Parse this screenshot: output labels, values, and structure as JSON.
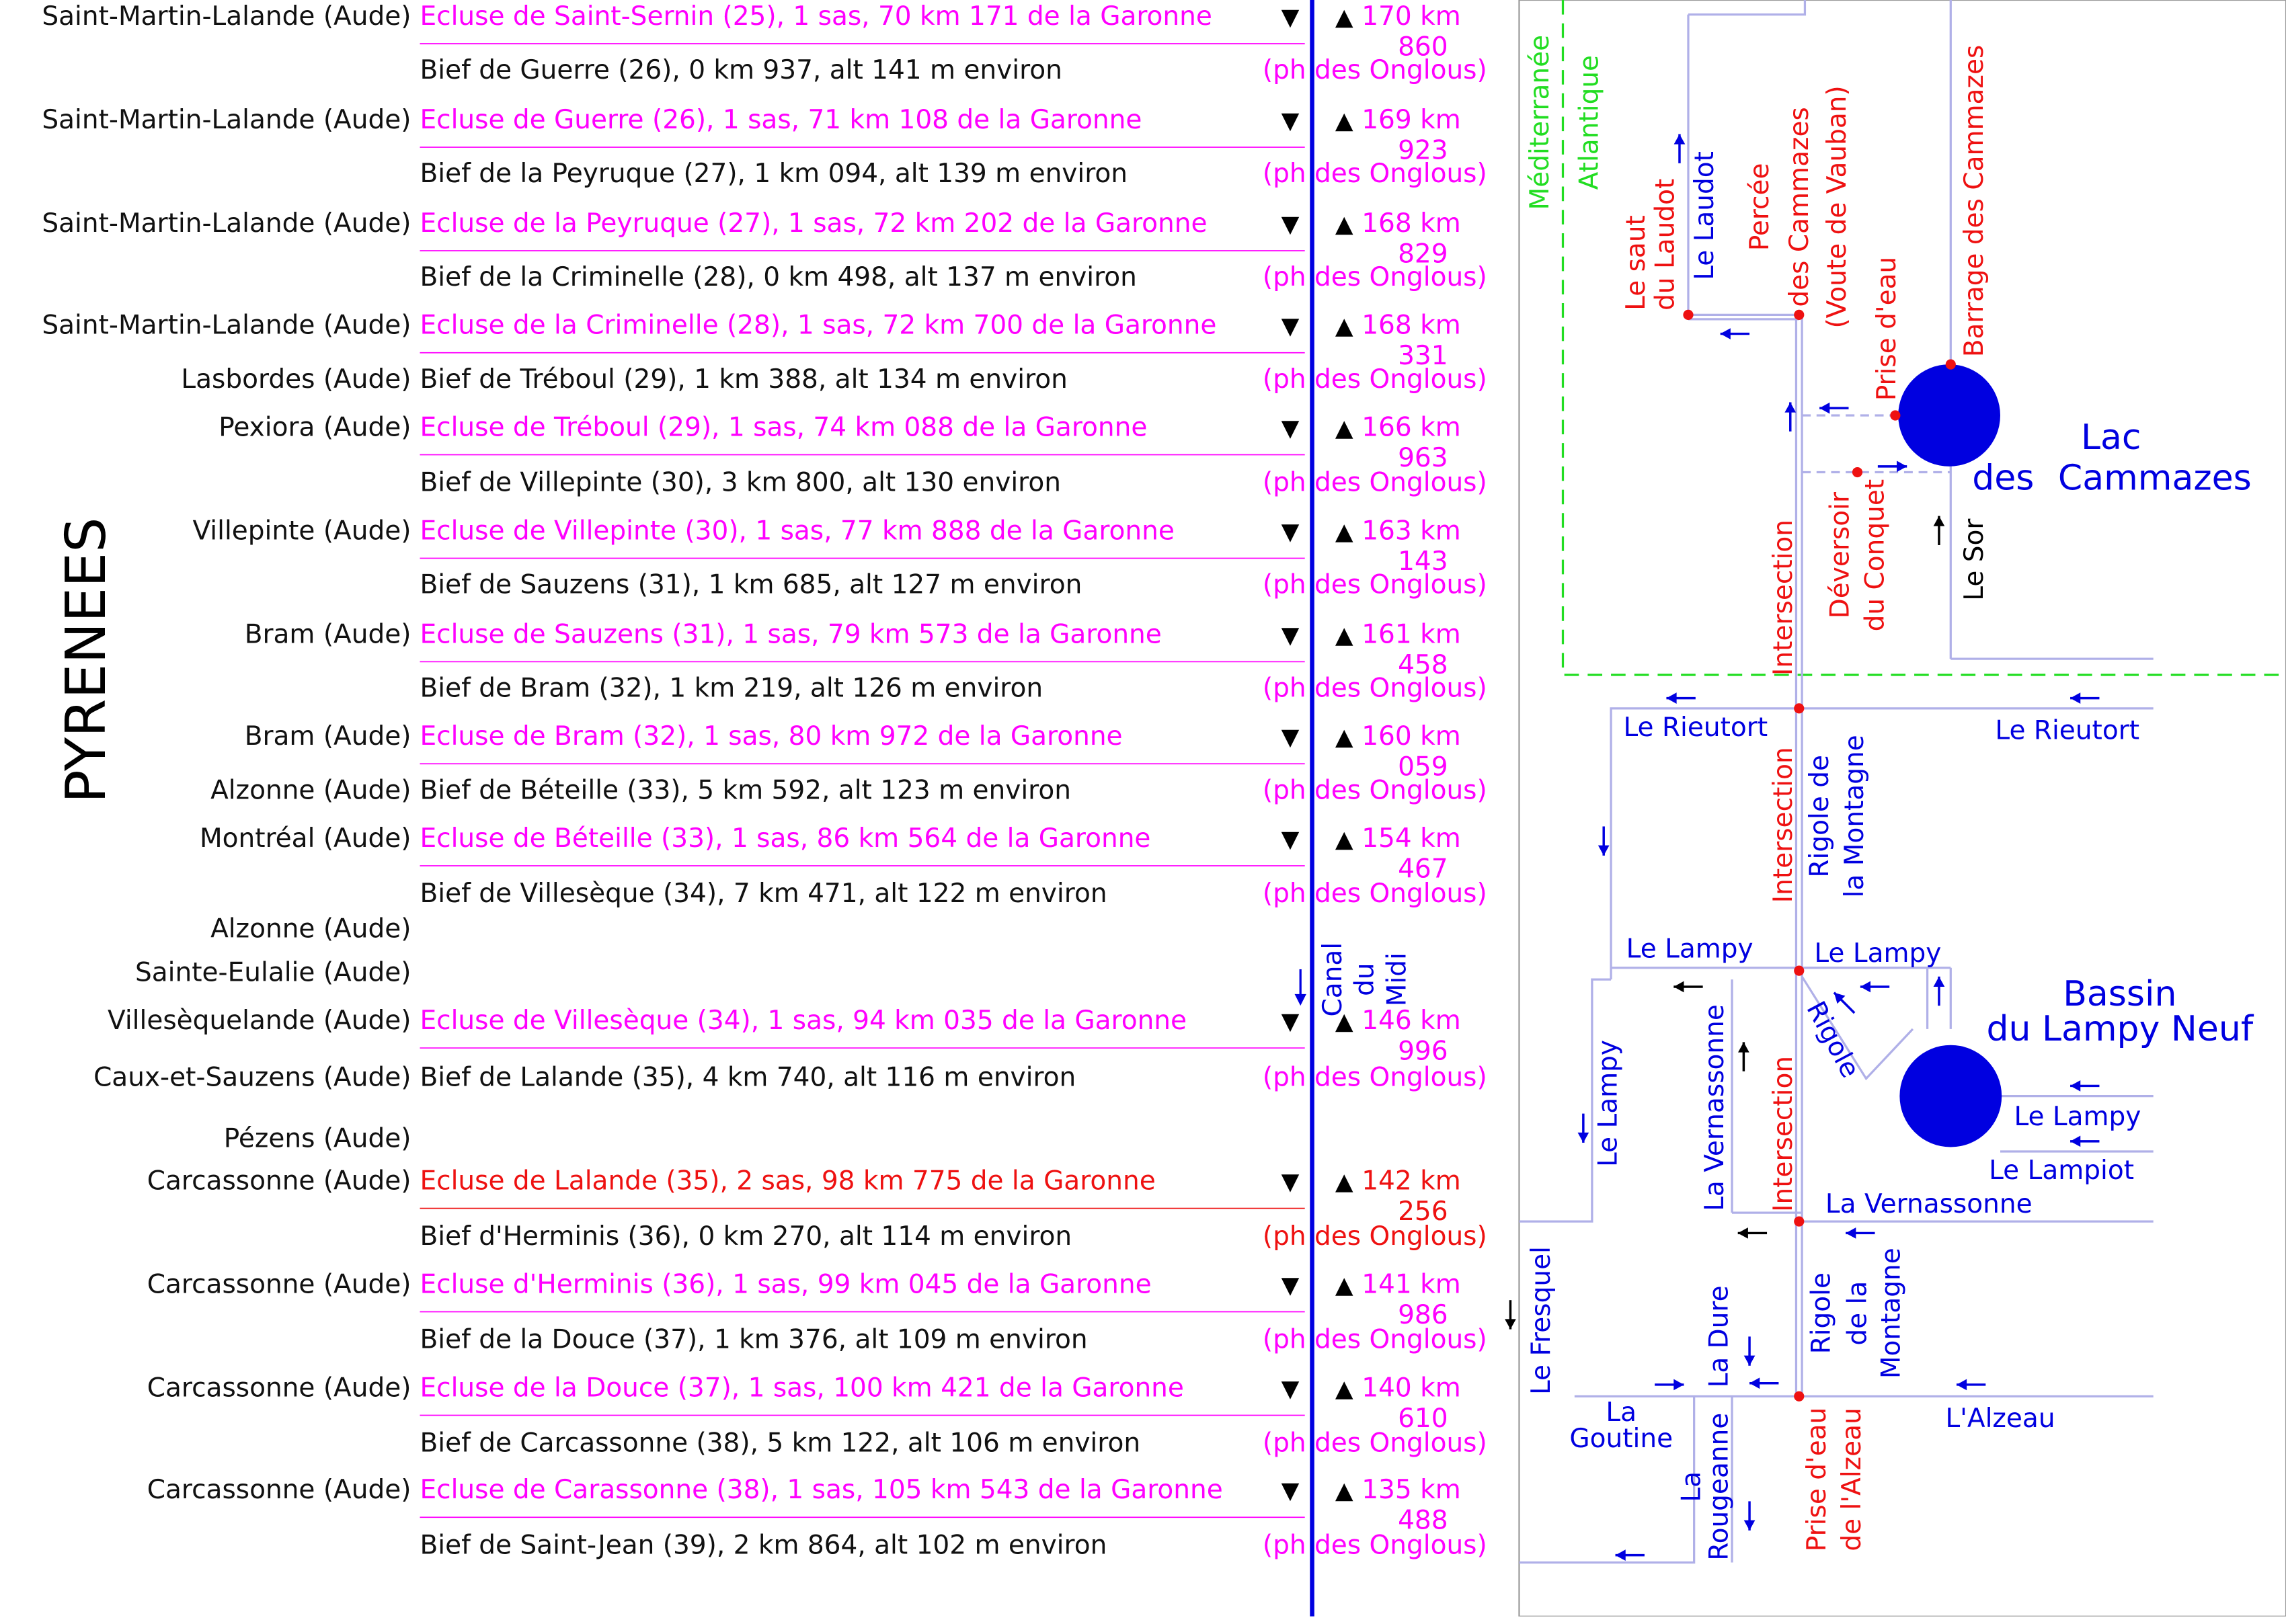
{
  "left_panel": {
    "region_label": "PYRENEES",
    "canal_label": [
      "Canal",
      "du",
      "Midi"
    ],
    "ph_label": "(ph des Onglous)",
    "up_glyph": "▲",
    "down_glyph": "▼",
    "rows": [
      {
        "kind": "ecluse",
        "commune": "Saint-Martin-Lalande (Aude)",
        "text": "Ecluse de Saint-Sernin (25), 1 sas, 70 km 171 de la Garonne",
        "km": [
          "170 km",
          "860"
        ]
      },
      {
        "kind": "bief",
        "commune": "",
        "text": "Bief de Guerre (26), 0 km 937, alt 141 m environ"
      },
      {
        "kind": "ecluse",
        "commune": "Saint-Martin-Lalande (Aude)",
        "text": "Ecluse de Guerre (26), 1 sas, 71 km 108 de la Garonne",
        "km": [
          "169 km",
          "923"
        ]
      },
      {
        "kind": "bief",
        "commune": "",
        "text": "Bief de la Peyruque (27), 1 km 094, alt 139 m environ"
      },
      {
        "kind": "ecluse",
        "commune": "Saint-Martin-Lalande (Aude)",
        "text": "Ecluse de la Peyruque (27), 1 sas, 72 km 202 de la Garonne",
        "km": [
          "168 km",
          "829"
        ]
      },
      {
        "kind": "bief",
        "commune": "",
        "text": "Bief de la Criminelle (28), 0 km 498, alt 137 m environ"
      },
      {
        "kind": "ecluse",
        "commune": "Saint-Martin-Lalande (Aude)",
        "text": "Ecluse de la Criminelle (28), 1 sas, 72 km 700 de la Garonne",
        "km": [
          "168 km",
          "331"
        ]
      },
      {
        "kind": "bief",
        "commune": "Lasbordes (Aude)",
        "text": "Bief de Tréboul (29), 1 km 388, alt 134 m environ"
      },
      {
        "kind": "ecluse",
        "commune": "Pexiora (Aude)",
        "text": "Ecluse de Tréboul (29), 1 sas, 74 km 088 de la Garonne",
        "km": [
          "166 km",
          "963"
        ]
      },
      {
        "kind": "bief",
        "commune": "",
        "text": "Bief de Villepinte (30), 3 km 800, alt 130 environ"
      },
      {
        "kind": "ecluse",
        "commune": "Villepinte (Aude)",
        "text": "Ecluse de Villepinte (30), 1 sas, 77 km 888 de la Garonne",
        "km": [
          "163 km",
          "143"
        ]
      },
      {
        "kind": "bief",
        "commune": "",
        "text": "Bief de Sauzens (31), 1 km 685, alt 127 m environ"
      },
      {
        "kind": "ecluse",
        "commune": "Bram (Aude)",
        "text": "Ecluse de Sauzens (31), 1 sas, 79 km 573 de la Garonne",
        "km": [
          "161 km",
          "458"
        ]
      },
      {
        "kind": "bief",
        "commune": "",
        "text": "Bief de Bram (32), 1 km 219, alt 126 m environ"
      },
      {
        "kind": "ecluse",
        "commune": "Bram (Aude)",
        "text": "Ecluse de Bram (32), 1 sas, 80 km 972 de la Garonne",
        "km": [
          "160 km",
          "059"
        ]
      },
      {
        "kind": "bief",
        "commune": "Alzonne (Aude)",
        "text": "Bief de Béteille (33), 5 km 592, alt 123 m environ"
      },
      {
        "kind": "ecluse",
        "commune": "Montréal (Aude)",
        "text": "Ecluse de Béteille (33), 1 sas, 86 km 564 de la Garonne",
        "km": [
          "154 km",
          "467"
        ]
      },
      {
        "kind": "bief",
        "commune": "",
        "text": "Bief de Villesèque (34), 7 km 471, alt 122 m environ"
      },
      {
        "kind": "commune",
        "commune": "Alzonne (Aude)"
      },
      {
        "kind": "commune",
        "commune": "Sainte-Eulalie (Aude)"
      },
      {
        "kind": "ecluse",
        "commune": "Villesèquelande (Aude)",
        "text": "Ecluse de Villesèque (34), 1 sas, 94 km 035 de la Garonne",
        "km": [
          "146 km",
          "996"
        ]
      },
      {
        "kind": "bief",
        "commune": "Caux-et-Sauzens (Aude)",
        "text": "Bief de Lalande (35), 4 km 740, alt 116 m environ"
      },
      {
        "kind": "commune",
        "commune": "Pézens (Aude)"
      },
      {
        "kind": "ecluse",
        "commune": "Carcassonne (Aude)",
        "text": "Ecluse de Lalande (35), 2 sas, 98 km 775 de la Garonne",
        "km": [
          "142 km",
          "256"
        ],
        "highlight": true
      },
      {
        "kind": "bief",
        "commune": "",
        "text": "Bief d'Herminis (36), 0 km 270, alt 114 m environ",
        "ph_highlight": true
      },
      {
        "kind": "ecluse",
        "commune": "Carcassonne (Aude)",
        "text": "Ecluse d'Herminis (36), 1 sas, 99 km 045 de la Garonne",
        "km": [
          "141 km",
          "986"
        ]
      },
      {
        "kind": "bief",
        "commune": "",
        "text": "Bief de la Douce (37), 1 km 376, alt 109 m environ"
      },
      {
        "kind": "ecluse",
        "commune": "Carcassonne (Aude)",
        "text": "Ecluse de la Douce (37), 1 sas, 100 km 421 de la Garonne",
        "km": [
          "140 km",
          "610"
        ]
      },
      {
        "kind": "bief",
        "commune": "",
        "text": "Bief de Carcassonne (38), 5 km 122, alt 106 m environ"
      },
      {
        "kind": "ecluse",
        "commune": "Carcassonne (Aude)",
        "text": "Ecluse de Carassonne (38), 1 sas, 105 km 543 de la Garonne",
        "km": [
          "135 km",
          "488"
        ]
      },
      {
        "kind": "bief",
        "commune": "",
        "text": "Bief de Saint-Jean (39), 2 km 864, alt 102 m environ"
      }
    ]
  },
  "right_map": {
    "watershed": [
      "Méditerranée",
      "Atlantique"
    ],
    "lac_cammazes": [
      "Lac",
      "des",
      "Cammazes"
    ],
    "bassin_lampy": [
      "Bassin",
      "du Lampy Neuf"
    ],
    "red_labels": {
      "saut_laudot": [
        "Le saut",
        "du Laudot"
      ],
      "percee": [
        "Percée",
        "des Cammazes",
        "(Voute de Vauban)"
      ],
      "prise_eau": "Prise d'eau",
      "barrage": "Barrage des Cammazes",
      "deversoir": [
        "Déversoir",
        "du Conquet"
      ],
      "intersection": "Intersection",
      "prise_alzeau": [
        "Prise d'eau",
        "de l'Alzeau"
      ]
    },
    "blue_labels": {
      "le_laudot": "Le Laudot",
      "rieutort": "Le Rieutort",
      "rigole_montagne": [
        "Rigole de",
        "la Montagne"
      ],
      "lampy": "Le Lampy",
      "rigole": "Rigole",
      "vernassonne": "La Vernassonne",
      "lampiot": "Le Lampiot",
      "fresquel": "Le Fresquel",
      "dure": "La Dure",
      "goutine": [
        "La",
        "Goutine"
      ],
      "rougeanne": [
        "La",
        "Rougeanne"
      ],
      "rigole_montagne2": [
        "Rigole",
        "de la",
        "Montagne"
      ],
      "alzeau": "L'Alzeau"
    },
    "black_labels": {
      "le_sor": "Le Sor"
    }
  },
  "colors": {
    "blue": "#0000e0",
    "magenta": "#ff00ff",
    "red": "#ee1111",
    "green": "#22dd22",
    "line": "#b0b0e8"
  }
}
